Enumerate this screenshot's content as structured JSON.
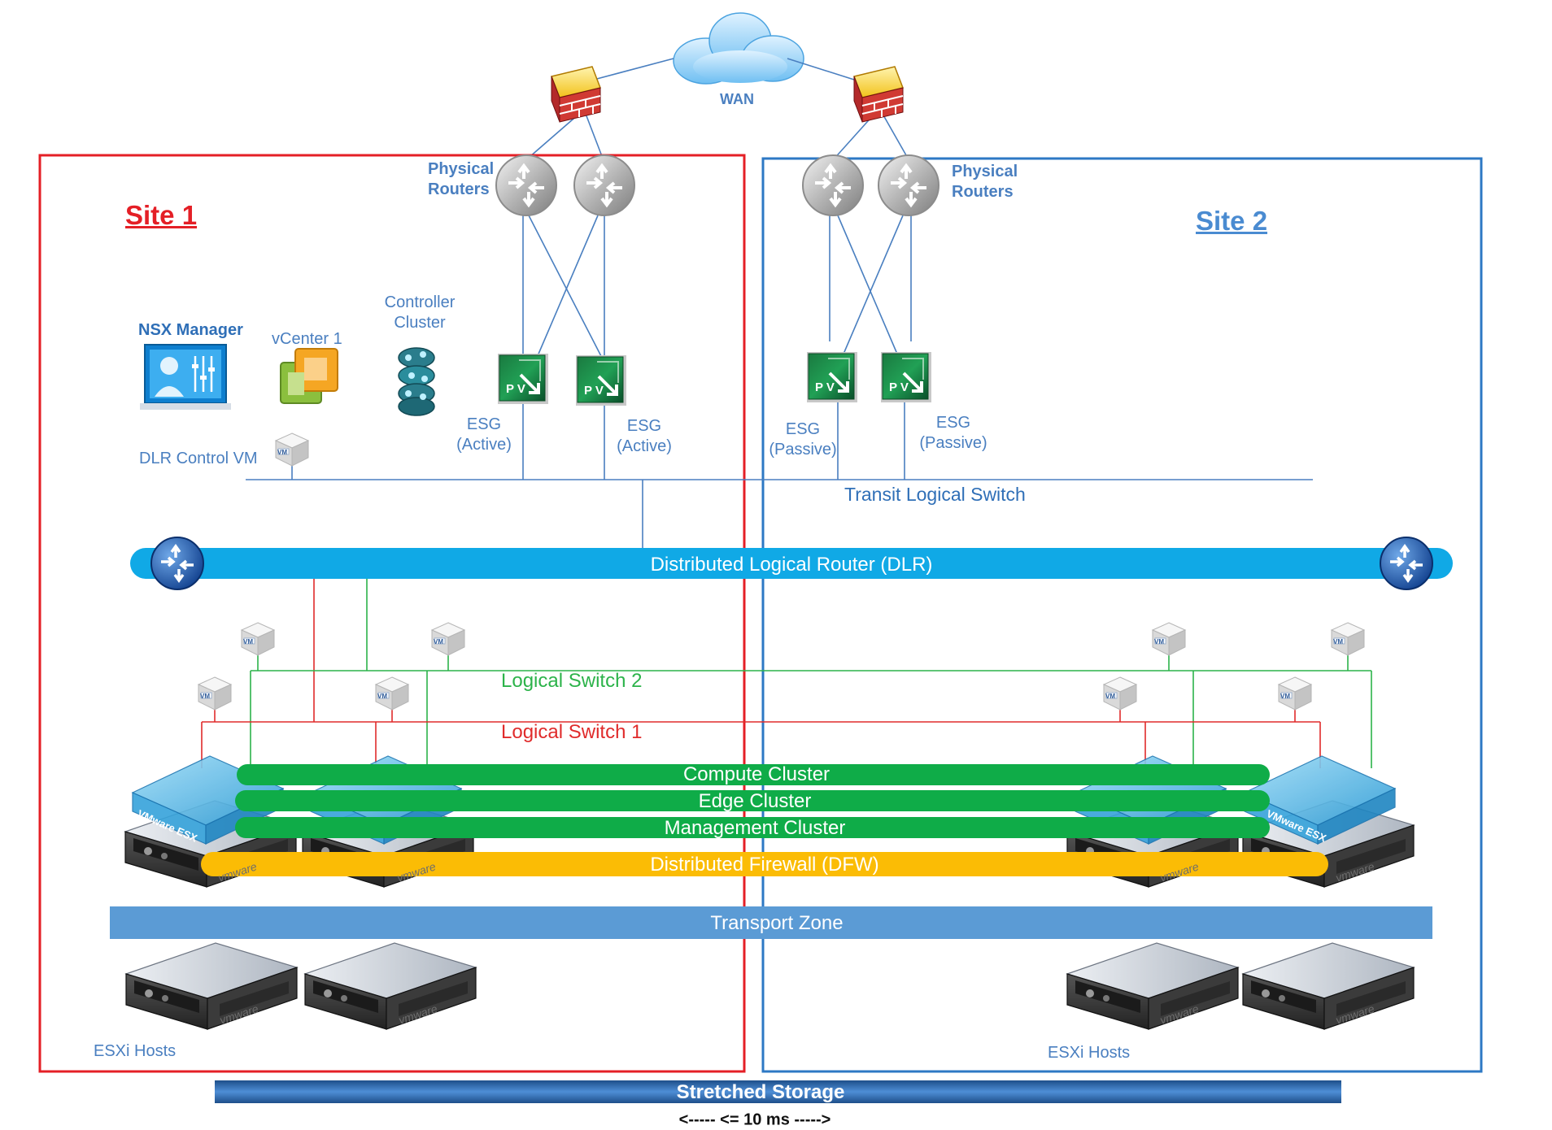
{
  "wan": {
    "label": "WAN"
  },
  "site1": {
    "title": "Site 1",
    "physical_routers": "Physical\nRouters",
    "nsx_manager": "NSX Manager",
    "vcenter": "vCenter 1",
    "controller_cluster": "Controller\nCluster",
    "dlr_control_vm": "DLR Control VM",
    "esg_left": "ESG\n(Active)",
    "esg_right": "ESG\n(Active)",
    "esxi_hosts": "ESXi Hosts"
  },
  "site2": {
    "title": "Site 2",
    "physical_routers": "Physical\nRouters",
    "esg_left": "ESG\n(Passive)",
    "esg_right": "ESG\n(Passive)",
    "esxi_hosts": "ESXi Hosts"
  },
  "transit_switch": "Transit Logical Switch",
  "dlr": "Distributed Logical Router (DLR)",
  "logical_switch_2": "Logical Switch 2",
  "logical_switch_1": "Logical Switch 1",
  "clusters": {
    "compute": "Compute Cluster",
    "edge": "Edge Cluster",
    "management": "Management Cluster"
  },
  "dfw": "Distributed Firewall (DFW)",
  "transport_zone": "Transport Zone",
  "stretched_storage": "Stretched Storage",
  "latency": "<----- <= 10 ms ----->",
  "vm_badge": "VM",
  "server_brand": "vmware",
  "esx_brand": "VMware ESX",
  "esg_letters": "P V",
  "colors": {
    "site1": "#e41f26",
    "site2": "#2d78c4",
    "dlr": "#10a9e6",
    "switch_green": "#2cb34a",
    "switch_red": "#e02b2b",
    "cluster_green": "#0fac48",
    "dfw": "#fbbc05",
    "transport": "#5b9bd5"
  }
}
